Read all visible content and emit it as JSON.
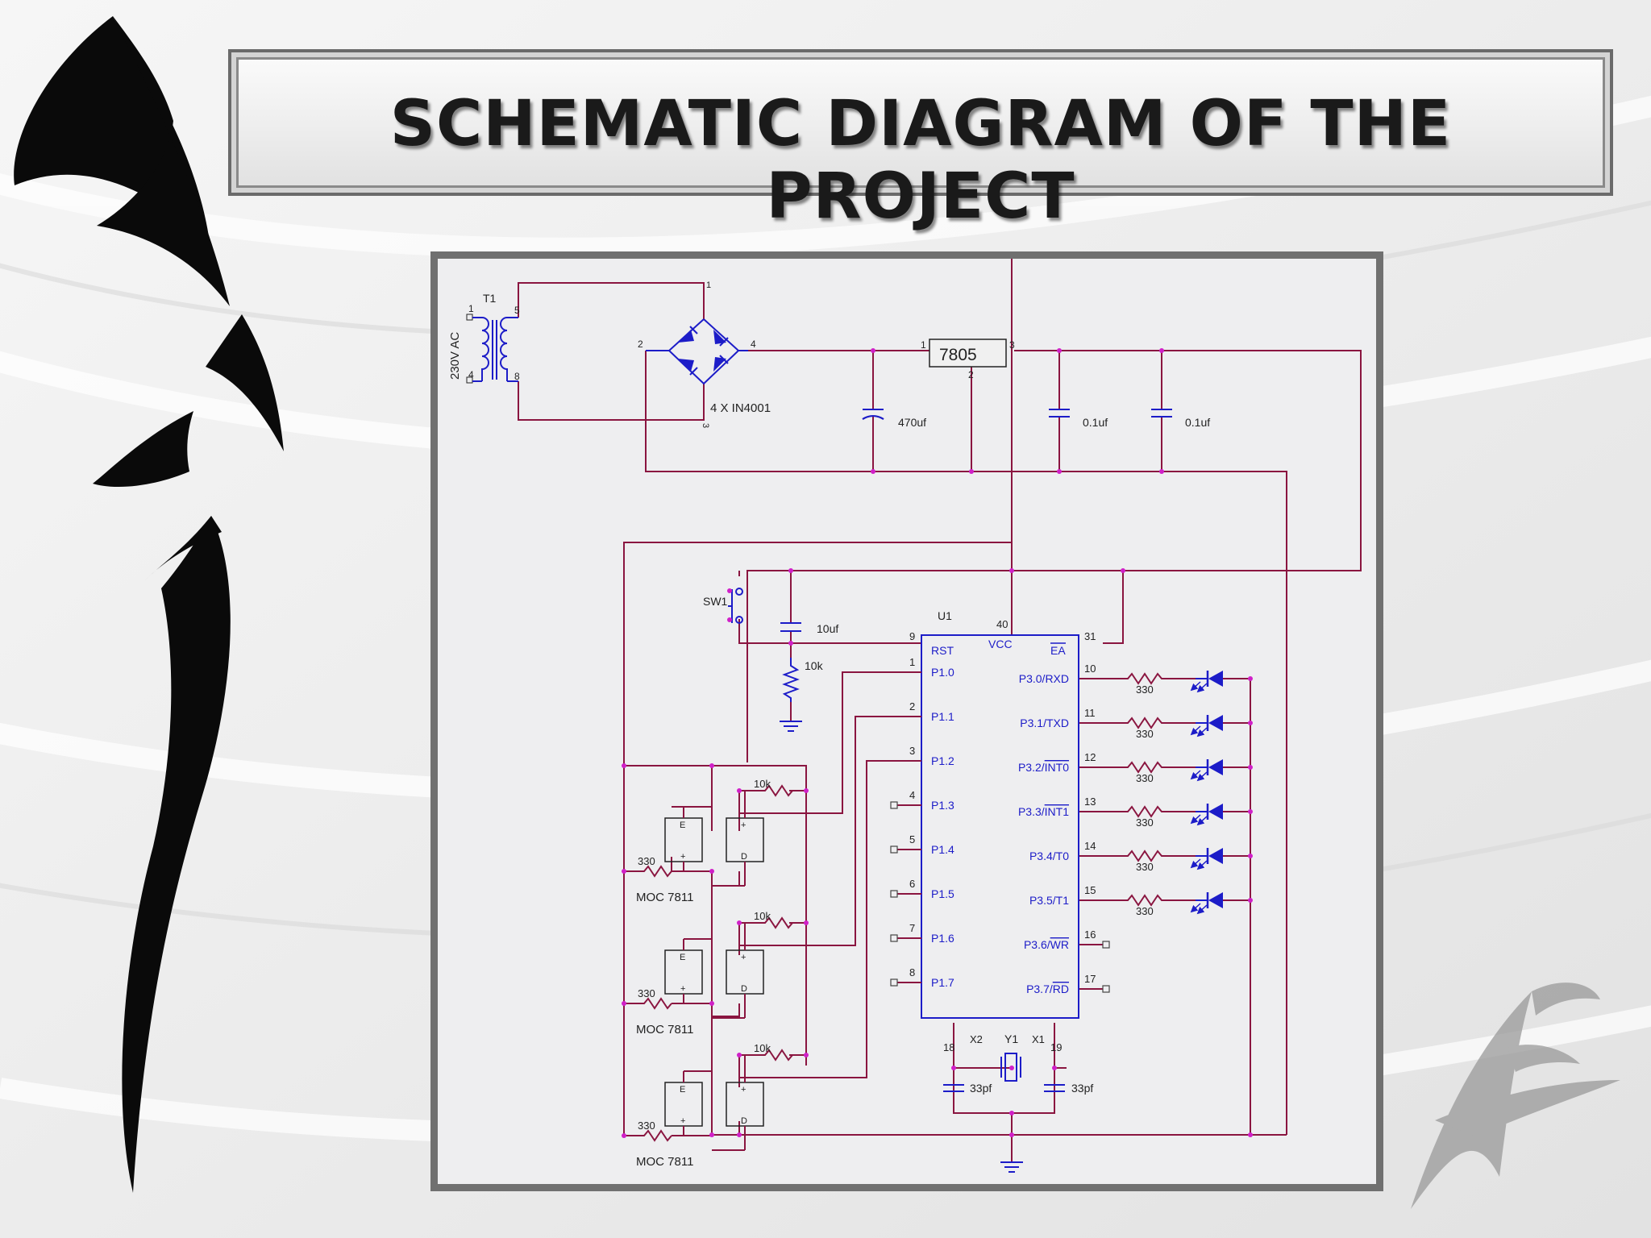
{
  "title": "SCHEMATIC DIAGRAM OF THE PROJECT",
  "colors": {
    "wire": "#8a1540",
    "component": "#1c1cc8",
    "node": "#d020c8",
    "ink": "#222222"
  },
  "power": {
    "source_label": "230V AC",
    "transformer_ref": "T1",
    "transformer_pins": [
      "1",
      "4",
      "5",
      "8"
    ],
    "bridge_label": "4 X IN4001",
    "bridge_pins": [
      "1",
      "2",
      "3",
      "4"
    ],
    "regulator": "7805",
    "regulator_pins": [
      "1",
      "2",
      "3"
    ],
    "c_bulk": "470uf",
    "c_decouple_1": "0.1uf",
    "c_decouple_2": "0.1uf"
  },
  "reset": {
    "switch": "SW1",
    "cap": "10uf",
    "resistor": "10k"
  },
  "mcu": {
    "ref": "U1",
    "vcc_pin": "40",
    "vcc_label": "VCC",
    "ea_label": "EA",
    "ea_pin": "31",
    "rst_label": "RST",
    "rst_pin": "9",
    "left_pins": [
      {
        "num": "1",
        "name": "P1.0"
      },
      {
        "num": "2",
        "name": "P1.1"
      },
      {
        "num": "3",
        "name": "P1.2"
      },
      {
        "num": "4",
        "name": "P1.3"
      },
      {
        "num": "5",
        "name": "P1.4"
      },
      {
        "num": "6",
        "name": "P1.5"
      },
      {
        "num": "7",
        "name": "P1.6"
      },
      {
        "num": "8",
        "name": "P1.7"
      }
    ],
    "right_pins": [
      {
        "num": "10",
        "name": "P3.0/RXD",
        "bar": ""
      },
      {
        "num": "11",
        "name": "P3.1/TXD",
        "bar": ""
      },
      {
        "num": "12",
        "name": "P3.2/",
        "bar": "INT0"
      },
      {
        "num": "13",
        "name": "P3.3/",
        "bar": "INT1"
      },
      {
        "num": "14",
        "name": "P3.4/T0",
        "bar": ""
      },
      {
        "num": "15",
        "name": "P3.5/T1",
        "bar": ""
      },
      {
        "num": "16",
        "name": "P3.6/",
        "bar": "WR"
      },
      {
        "num": "17",
        "name": "P3.7/",
        "bar": "RD"
      }
    ]
  },
  "crystal": {
    "ref": "Y1",
    "x1": "X1",
    "x2": "X2",
    "pin18": "18",
    "pin19": "19",
    "cap1": "33pf",
    "cap2": "33pf"
  },
  "led_resistor": "330",
  "opto": {
    "name": "MOC 7811",
    "r_emitter": "330",
    "r_detector": "10k",
    "e": "E",
    "d": "D",
    "plus": "+"
  }
}
